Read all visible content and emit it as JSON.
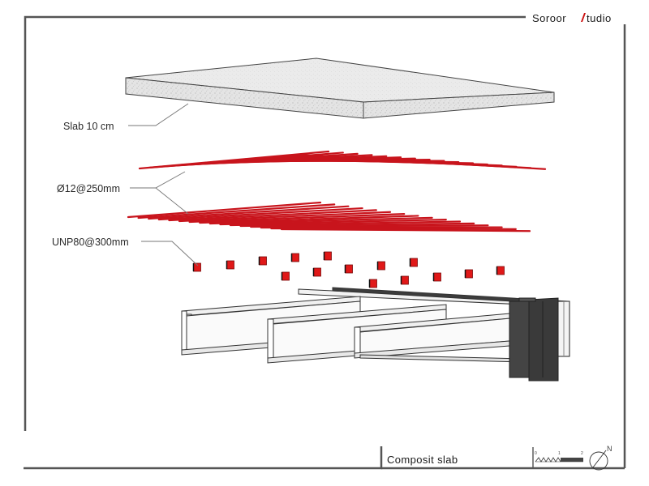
{
  "brand": {
    "part1": "Soroor",
    "part2": "tudio",
    "accent_color": "#cc1111"
  },
  "labels": {
    "slab": "Slab 10 cm",
    "rebar": "Ø12@250mm",
    "channels": "UNP80@300mm"
  },
  "title_block": {
    "title": "Composit slab"
  },
  "scale_bar": {
    "ticks": [
      "0",
      "1",
      "2"
    ]
  },
  "north_arrow": {
    "letter": "N"
  },
  "colors": {
    "rebar": "#c8141c",
    "channel": "#e01818",
    "column": "#3a3a3a",
    "frame": "#555555"
  },
  "icons": [
    "north-arrow-icon",
    "scale-bar-icon",
    "brand-slash-icon"
  ]
}
